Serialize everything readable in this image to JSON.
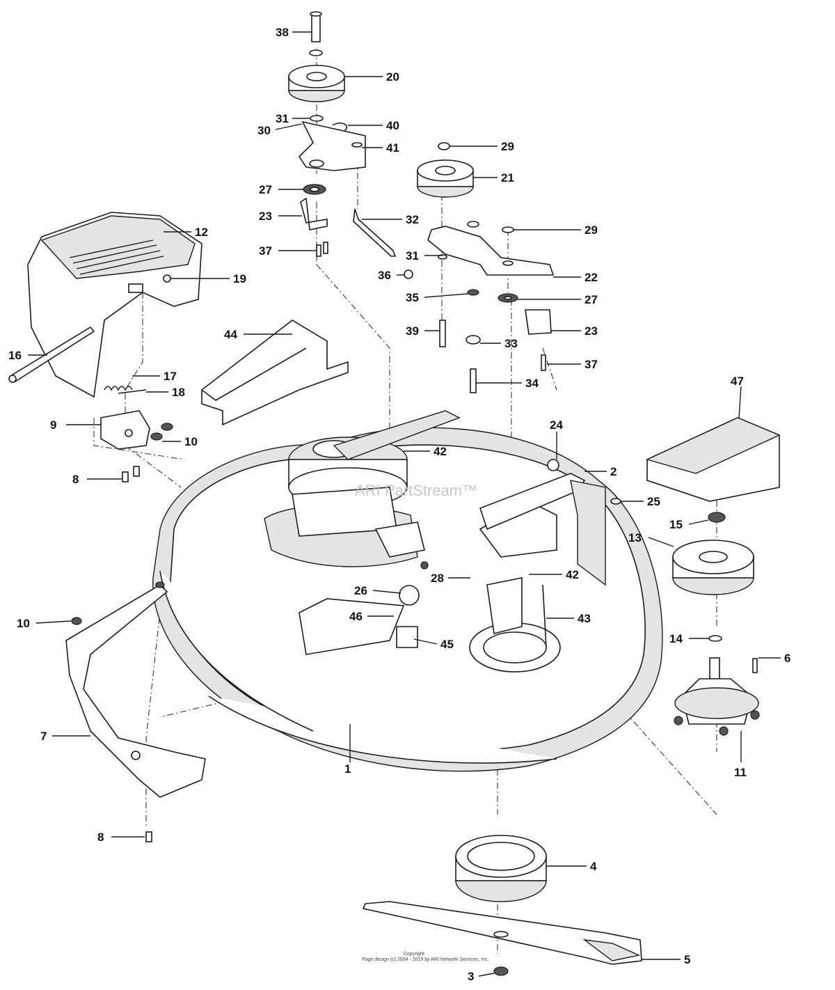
{
  "watermark": "ARI PartStream™",
  "copyright_line1": "Copyright",
  "copyright_line2": "Page design (c) 2004 - 2019 by ARI Network Services, Inc.",
  "callouts": [
    "38",
    "20",
    "31",
    "30",
    "40",
    "41",
    "29",
    "21",
    "27",
    "23",
    "32",
    "37",
    "29",
    "31",
    "22",
    "36",
    "35",
    "27",
    "39",
    "33",
    "23",
    "37",
    "34",
    "12",
    "19",
    "16",
    "17",
    "18",
    "9",
    "10",
    "8",
    "44",
    "47",
    "42",
    "24",
    "2",
    "25",
    "15",
    "13",
    "28",
    "42",
    "26",
    "46",
    "45",
    "43",
    "14",
    "6",
    "10",
    "7",
    "1",
    "11",
    "8",
    "4",
    "5",
    "3"
  ]
}
